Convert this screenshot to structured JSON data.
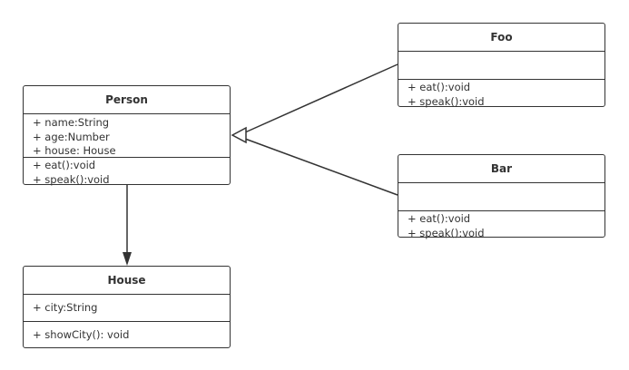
{
  "classes": {
    "person": {
      "name": "Person",
      "attributes": [
        "+ name:String",
        "+ age:Number",
        "+ house: House"
      ],
      "methods": [
        "+ eat():void",
        "+ speak():void"
      ]
    },
    "foo": {
      "name": "Foo",
      "attributes": [],
      "methods": [
        "+ eat():void",
        "+ speak():void"
      ]
    },
    "bar": {
      "name": "Bar",
      "attributes": [],
      "methods": [
        "+ eat():void",
        "+ speak():void"
      ]
    },
    "house": {
      "name": "House",
      "attributes": [
        "+ city:String"
      ],
      "methods": [
        "+ showCity(): void"
      ]
    }
  },
  "relations": [
    {
      "type": "generalization",
      "from": "Foo",
      "to": "Person"
    },
    {
      "type": "generalization",
      "from": "Bar",
      "to": "Person"
    },
    {
      "type": "association",
      "from": "Person",
      "to": "House"
    }
  ]
}
